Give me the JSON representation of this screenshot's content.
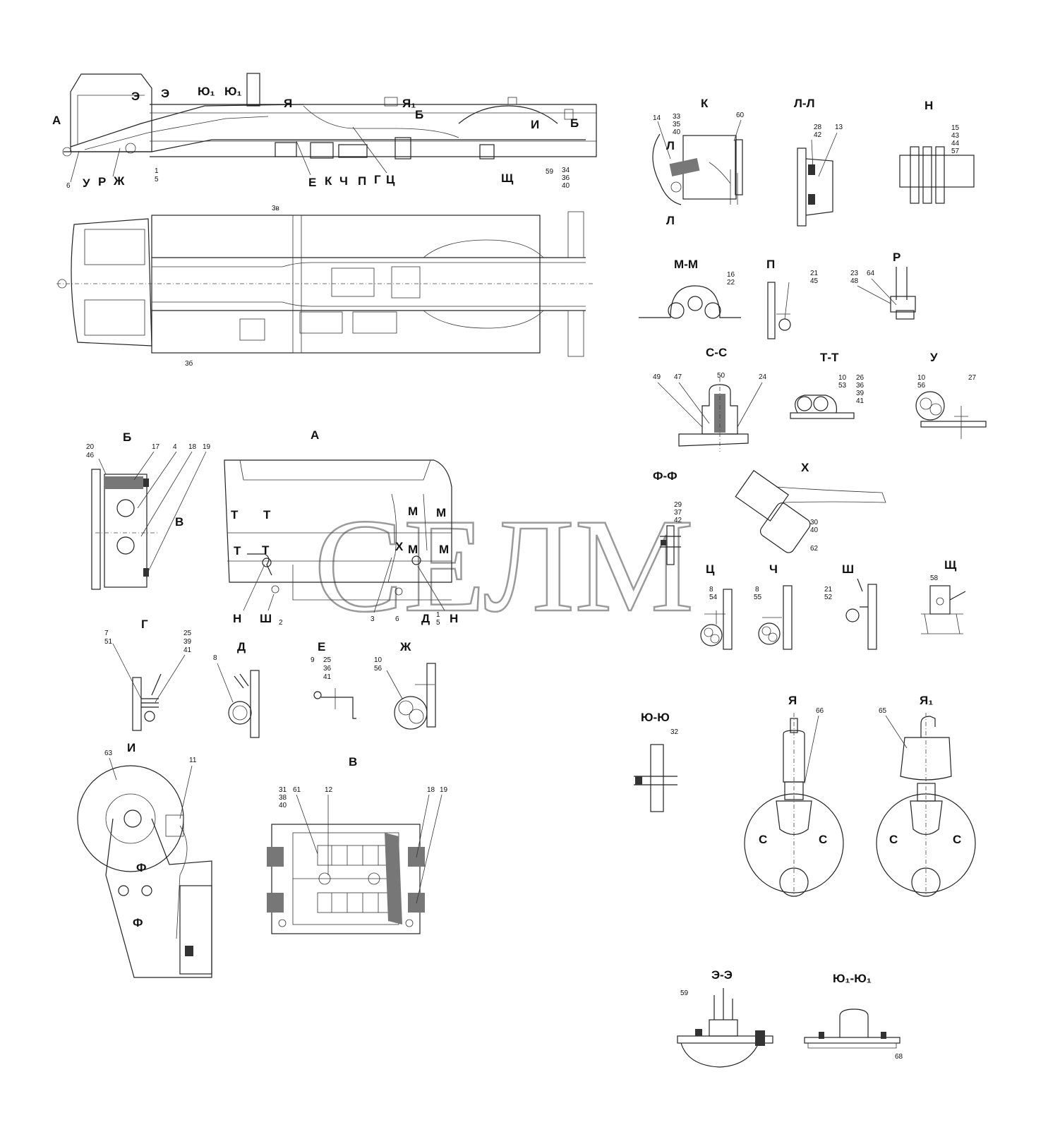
{
  "watermark": "СЕЛМ",
  "colors": {
    "line": "#222222",
    "background": "#ffffff",
    "watermark": "#9a9a9a"
  },
  "chassis_side": {
    "labels": [
      "А",
      "Э",
      "Э",
      "Ю₁",
      "Ю₁",
      "Я",
      "Я₁",
      "Б",
      "И",
      "Б",
      "У",
      "Р",
      "Ж",
      "Е",
      "К",
      "Ч",
      "П",
      "Г",
      "Ц",
      "Щ"
    ],
    "numbers": [
      "6",
      "1",
      "5",
      "59",
      "34",
      "36",
      "40"
    ]
  },
  "chassis_top": {
    "numbers": [
      "3в",
      "3б"
    ]
  },
  "sections": [
    {
      "id": "K",
      "title": "К",
      "numbers": [
        "14",
        "33",
        "35",
        "40",
        "60"
      ],
      "tags": [
        "Л",
        "Л"
      ]
    },
    {
      "id": "LL",
      "title": "Л-Л",
      "numbers": [
        "28",
        "42",
        "13"
      ]
    },
    {
      "id": "N",
      "title": "Н",
      "numbers": [
        "15",
        "43",
        "44",
        "57"
      ]
    },
    {
      "id": "MM",
      "title": "М-М",
      "numbers": [
        "16",
        "22"
      ]
    },
    {
      "id": "P",
      "title": "П",
      "numbers": [
        "21",
        "45"
      ]
    },
    {
      "id": "R",
      "title": "Р",
      "numbers": [
        "23",
        "48",
        "64"
      ]
    },
    {
      "id": "SS",
      "title": "С-С",
      "numbers": [
        "49",
        "47",
        "50",
        "24"
      ]
    },
    {
      "id": "TT",
      "title": "Т-Т",
      "numbers": [
        "10",
        "53",
        "26",
        "36",
        "39",
        "41"
      ]
    },
    {
      "id": "U",
      "title": "У",
      "numbers": [
        "10",
        "56",
        "27"
      ]
    },
    {
      "id": "FF",
      "title": "Ф-Ф",
      "numbers": [
        "29",
        "37",
        "42"
      ]
    },
    {
      "id": "X",
      "title": "Х",
      "numbers": [
        "30",
        "40",
        "62"
      ]
    },
    {
      "id": "TS",
      "title": "Ц",
      "numbers": [
        "8",
        "54"
      ]
    },
    {
      "id": "CH",
      "title": "Ч",
      "numbers": [
        "8",
        "55"
      ]
    },
    {
      "id": "SH",
      "title": "Ш",
      "numbers": [
        "21",
        "52"
      ]
    },
    {
      "id": "SCH",
      "title": "Щ",
      "numbers": [
        "58"
      ]
    },
    {
      "id": "B",
      "title": "Б",
      "numbers": [
        "20",
        "46",
        "17",
        "4",
        "18",
        "19"
      ],
      "tags": [
        "В"
      ]
    },
    {
      "id": "A",
      "title": "А",
      "numbers": [
        "2",
        "3",
        "6",
        "1",
        "5"
      ],
      "tags": [
        "Т",
        "Т",
        "Т",
        "Т",
        "М",
        "М",
        "М",
        "М",
        "Х",
        "Н",
        "Ш",
        "Д",
        "Н"
      ]
    },
    {
      "id": "G",
      "title": "Г",
      "numbers": [
        "7",
        "51",
        "25",
        "39",
        "41"
      ]
    },
    {
      "id": "D",
      "title": "Д",
      "numbers": [
        "8"
      ]
    },
    {
      "id": "E",
      "title": "Е",
      "numbers": [
        "9",
        "25",
        "36",
        "41"
      ]
    },
    {
      "id": "ZH",
      "title": "Ж",
      "numbers": [
        "10",
        "56"
      ]
    },
    {
      "id": "I",
      "title": "И",
      "numbers": [
        "63",
        "11"
      ],
      "tags": [
        "Ф",
        "Ф"
      ]
    },
    {
      "id": "V",
      "title": "В",
      "numbers": [
        "31",
        "38",
        "40",
        "61",
        "12",
        "18",
        "19"
      ]
    },
    {
      "id": "YUYU",
      "title": "Ю-Ю",
      "numbers": [
        "32"
      ]
    },
    {
      "id": "YA",
      "title": "Я",
      "numbers": [
        "66"
      ],
      "tags": [
        "С",
        "С"
      ]
    },
    {
      "id": "YA1",
      "title": "Я₁",
      "numbers": [
        "65"
      ],
      "tags": [
        "С",
        "С"
      ]
    },
    {
      "id": "EE",
      "title": "Э-Э",
      "numbers": [
        "59"
      ]
    },
    {
      "id": "YU1",
      "title": "Ю₁-Ю₁",
      "numbers": [
        "68"
      ]
    }
  ]
}
